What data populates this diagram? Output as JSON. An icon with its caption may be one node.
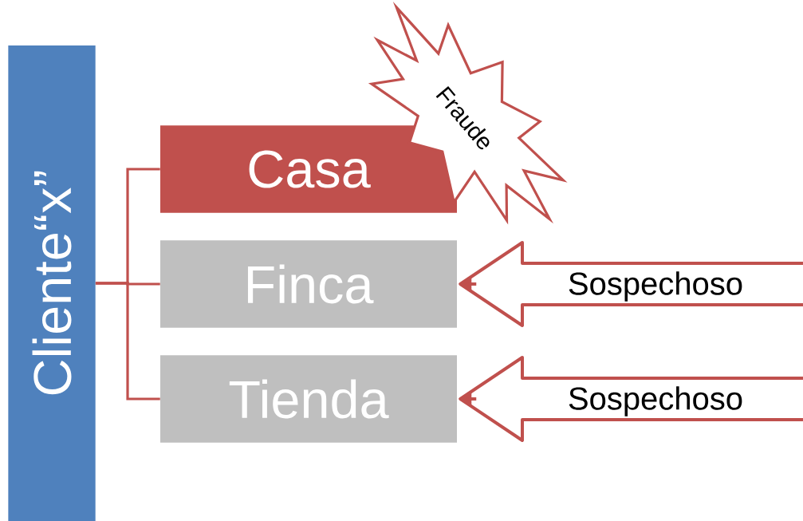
{
  "diagram": {
    "nodes": [
      {
        "text": [
          "Cliente“x”"
        ]
      },
      {
        "text": [
          "Casa"
        ]
      },
      {
        "text": [
          "Finca"
        ]
      },
      {
        "text": [
          "Tienda"
        ]
      },
      {
        "text": [
          "Fraude"
        ]
      }
    ],
    "edges": [
      {
        "from": 0,
        "to": 1,
        "arrow": "none"
      },
      {
        "from": 0,
        "to": 2,
        "arrow": "none"
      },
      {
        "from": 0,
        "to": 3,
        "arrow": "none"
      },
      {
        "from": null,
        "to": 2,
        "arrow": "to",
        "label": "Sospechoso"
      },
      {
        "from": null,
        "to": 3,
        "arrow": "to",
        "label": "Sospechoso"
      }
    ]
  }
}
